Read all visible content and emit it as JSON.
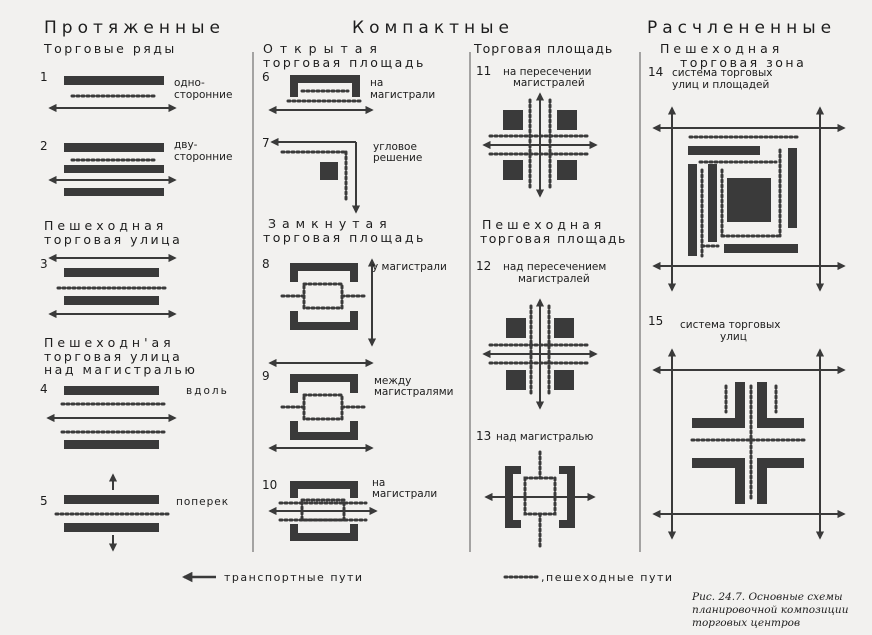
{
  "headers": {
    "col1": "Протяженные",
    "col2": "Компактные",
    "col3": "Расчлененные"
  },
  "sections": {
    "shopping_rows": "Торговые ряды",
    "open_line1": "Открытая",
    "open_line2": "торговая площадь",
    "shopping_square": "Торговая площадь",
    "ped_zone_line1": "Пешеходная",
    "ped_zone_line2": "торговая зона",
    "ped_street_line1": "Пешеходная",
    "ped_street_line2": "торговая улица",
    "closed_line1": "Замкнутая",
    "closed_line2": "торговая площадь",
    "ped_square_line1": "Пешеходная",
    "ped_square_line2": "торговая площадь",
    "ped_over_line1": "Пешеходн'ая",
    "ped_over_line2": "торговая улица",
    "ped_over_line3": "над магистралью"
  },
  "schemes": [
    {
      "num": "1",
      "label_line1": "одно-",
      "label_line2": "сторонние"
    },
    {
      "num": "2",
      "label_line1": "дву-",
      "label_line2": "сторонние"
    },
    {
      "num": "3"
    },
    {
      "num": "4",
      "label_line1": "вдоль"
    },
    {
      "num": "5",
      "label_line1": "поперек"
    },
    {
      "num": "6",
      "label_line1": "на",
      "label_line2": "магистрали"
    },
    {
      "num": "7",
      "label_line1": "угловое",
      "label_line2": "решение"
    },
    {
      "num": "8",
      "label_line1": "у магистрали"
    },
    {
      "num": "9",
      "label_line1": "между",
      "label_line2": "магистралями"
    },
    {
      "num": "10",
      "label_line1": "на",
      "label_line2": "магистрали"
    },
    {
      "num": "11",
      "label_line1": "на пересечении",
      "label_line2": "магистралей"
    },
    {
      "num": "12",
      "label_line1": "над пересечением",
      "label_line2": "магистралей"
    },
    {
      "num": "13",
      "label_line1": "над магистралью"
    },
    {
      "num": "14",
      "label_line1": "система торговых",
      "label_line2": "улиц и площадей"
    },
    {
      "num": "15",
      "label_line1": "система торговых",
      "label_line2": "улиц"
    }
  ],
  "legend": {
    "transport": "транспортные пути",
    "pedestrian": ",пешеходные пути"
  },
  "caption": {
    "line1": "Рис. 24.7. Основные схемы",
    "line2": "планировочной композиции",
    "line3": "торговых центров"
  },
  "colors": {
    "ink": "#3a3a3a",
    "paper": "#f2f1ef"
  }
}
